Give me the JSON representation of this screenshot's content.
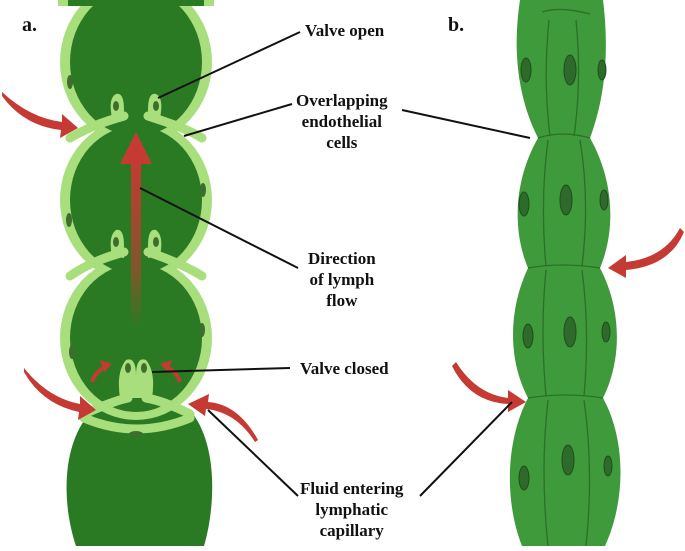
{
  "panels": {
    "a": "a.",
    "b": "b."
  },
  "labels": {
    "valve_open": "Valve open",
    "overlapping": [
      "Overlapping",
      "endothelial",
      "cells"
    ],
    "direction": [
      "Direction",
      "of lymph",
      "flow"
    ],
    "valve_closed": "Valve closed",
    "fluid": [
      "Fluid entering",
      "lymphatic",
      "capillary"
    ]
  },
  "colors": {
    "lumen_dark": "#2a7a24",
    "wall_light": "#a9de7c",
    "vessel_b": "#3e9a3a",
    "nucleus": "#3c6e2c",
    "arrow_red": "#c53a32",
    "line": "#111111"
  }
}
